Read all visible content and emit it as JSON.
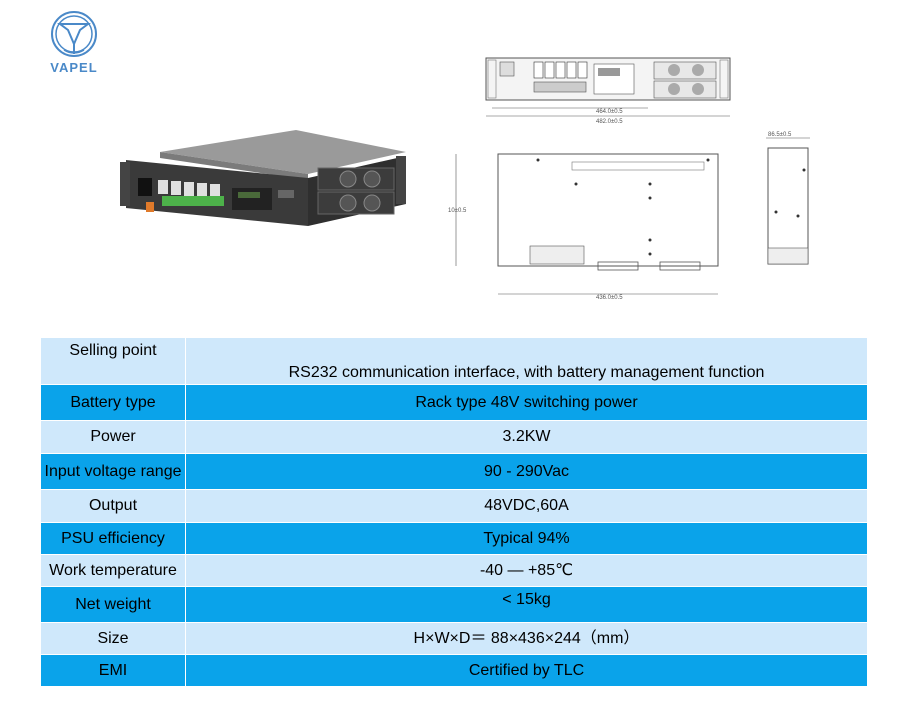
{
  "brand": {
    "logo_text": "VAPEL",
    "logo_color": "#4a89c8"
  },
  "drawings": {
    "front_width_inner": "464.0±0.5",
    "front_width_outer": "482.0±0.5",
    "top_depth": "436.0±0.5",
    "top_height": "10±0.5",
    "side_height": "86.5±0.5"
  },
  "colors": {
    "row_light": "#cfe8fb",
    "row_dark": "#0aa3ea"
  },
  "specs": [
    {
      "label": "Selling point",
      "value": "RS232 communication interface, with battery management function"
    },
    {
      "label": "Battery type",
      "value": "Rack type 48V switching power"
    },
    {
      "label": "Power",
      "value": "3.2KW"
    },
    {
      "label": "Input voltage range",
      "value": "90 - 290Vac"
    },
    {
      "label": "Output",
      "value": "48VDC,60A"
    },
    {
      "label": "PSU efficiency",
      "value": "Typical 94%"
    },
    {
      "label": "Work temperature",
      "value": "-40 — +85℃"
    },
    {
      "label": "Net weight",
      "value": "< 15kg"
    },
    {
      "label": "Size",
      "value": "H×W×D＝ 88×436×244（mm）"
    },
    {
      "label": "EMI",
      "value": "Certified by TLC"
    }
  ]
}
